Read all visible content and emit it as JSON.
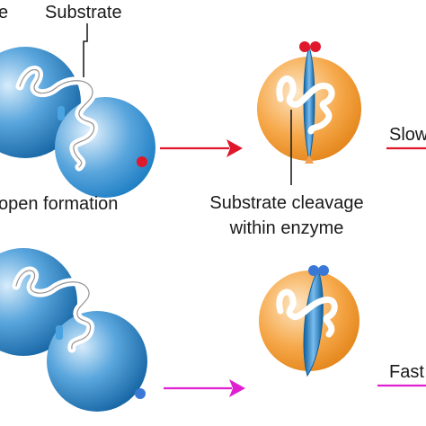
{
  "labels": {
    "top_left_partial": "e",
    "substrate": "Substrate",
    "open_formation": "open formation",
    "cleavage_line1": "Substrate cleavage",
    "cleavage_line2": "within enzyme",
    "slow": "Slow",
    "fast": "Fast"
  },
  "colors": {
    "enzyme_blue": "#1f7fc4",
    "enzyme_orange": "#f2962a",
    "arrow_top": "#e0182b",
    "arrow_bottom": "#e020d0",
    "marker_red": "#e0182b",
    "marker_blue": "#3a78d8"
  }
}
